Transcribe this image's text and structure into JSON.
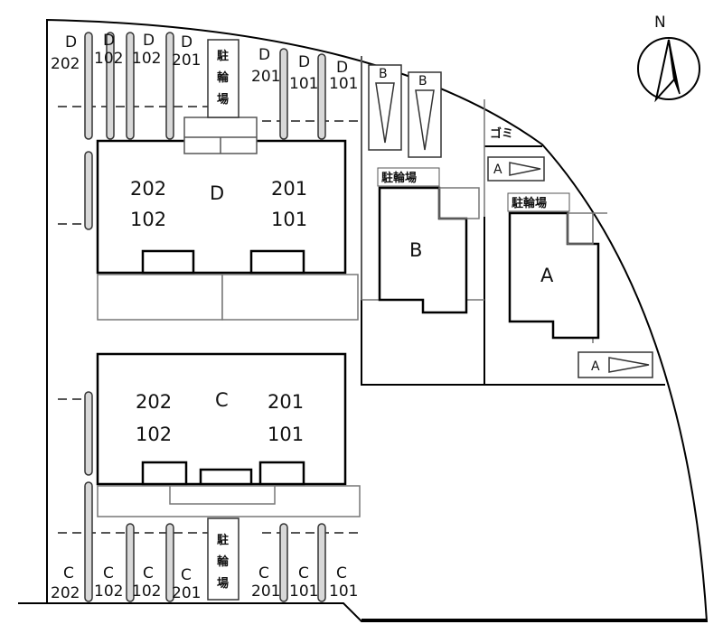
{
  "compass": {
    "label": "N"
  },
  "buildings": {
    "D": {
      "name": "D",
      "units": [
        "202",
        "102",
        "201",
        "101"
      ]
    },
    "C": {
      "name": "C",
      "units": [
        "202",
        "102",
        "201",
        "101"
      ]
    },
    "B": {
      "name": "B"
    },
    "A": {
      "name": "A"
    }
  },
  "bicycle_parking": {
    "label": "駐輪場",
    "vertical_chars": [
      "駐",
      "輪",
      "場"
    ]
  },
  "garbage": {
    "label": "ゴミ"
  },
  "parking_top": [
    {
      "building": "D",
      "unit": "202"
    },
    {
      "building": "D",
      "unit": "102"
    },
    {
      "building": "D",
      "unit": "102"
    },
    {
      "building": "D",
      "unit": "201"
    },
    {
      "building": "D",
      "unit": "201"
    },
    {
      "building": "D",
      "unit": "101"
    },
    {
      "building": "D",
      "unit": "101"
    }
  ],
  "parking_bottom": [
    {
      "building": "C",
      "unit": "202"
    },
    {
      "building": "C",
      "unit": "102"
    },
    {
      "building": "C",
      "unit": "102"
    },
    {
      "building": "C",
      "unit": "201"
    },
    {
      "building": "C",
      "unit": "201"
    },
    {
      "building": "C",
      "unit": "101"
    },
    {
      "building": "C",
      "unit": "101"
    }
  ],
  "parking_B": [
    "B",
    "B"
  ],
  "parking_A": [
    "A",
    "A"
  ]
}
